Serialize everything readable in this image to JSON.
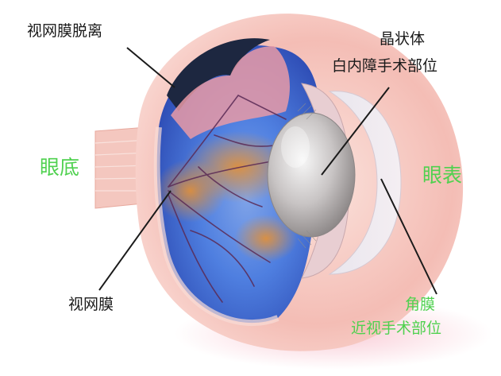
{
  "labels": {
    "retinal_detachment": "视网膜脱离",
    "lens": "晶状体",
    "cataract_site": "白内障手术部位",
    "fundus": "眼底",
    "eye_surface": "眼表",
    "retina": "视网膜",
    "cornea": "角膜",
    "myopia_site": "近视手术部位"
  },
  "colors": {
    "label_text": "#1a1a1a",
    "accent_green": "#4fd14f",
    "sclera_pink": "#f3b8b0",
    "retina_blue": "#3d6fd8",
    "lesion_orange": "#d9822b",
    "lens_gray": "#bcbcbc"
  }
}
